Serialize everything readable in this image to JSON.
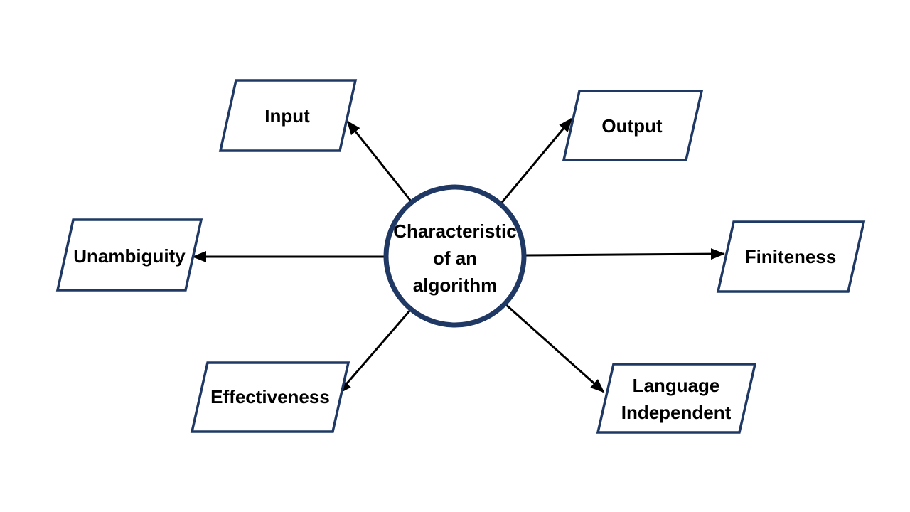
{
  "diagram": {
    "background_color": "#ffffff",
    "shape_border_color": "#1f3864",
    "arrow_color": "#000000",
    "text_color": "#000000",
    "center_node": {
      "label": "Characteristic of an algorithm",
      "lines": [
        "Characteristic",
        "of an",
        "algorithm"
      ],
      "shape": "circle"
    },
    "nodes": [
      {
        "id": "input",
        "label": "Input",
        "shape": "parallelogram",
        "position": "top-left"
      },
      {
        "id": "output",
        "label": "Output",
        "shape": "parallelogram",
        "position": "top-right"
      },
      {
        "id": "unambiguity",
        "label": "Unambiguity",
        "shape": "parallelogram",
        "position": "middle-left"
      },
      {
        "id": "finiteness",
        "label": "Finiteness",
        "shape": "parallelogram",
        "position": "middle-right"
      },
      {
        "id": "effectiveness",
        "label": "Effectiveness",
        "shape": "parallelogram",
        "position": "bottom-left"
      },
      {
        "id": "language-independent",
        "label": "Language Independent",
        "lines": [
          "Language",
          "Independent"
        ],
        "shape": "parallelogram",
        "position": "bottom-right"
      }
    ],
    "connections": [
      {
        "from": "center",
        "to": "input",
        "arrowhead": "at-node"
      },
      {
        "from": "center",
        "to": "output",
        "arrowhead": "at-node"
      },
      {
        "from": "center",
        "to": "unambiguity",
        "arrowhead": "at-node"
      },
      {
        "from": "center",
        "to": "finiteness",
        "arrowhead": "at-node"
      },
      {
        "from": "center",
        "to": "effectiveness",
        "arrowhead": "at-node"
      },
      {
        "from": "center",
        "to": "language-independent",
        "arrowhead": "at-node"
      }
    ]
  }
}
